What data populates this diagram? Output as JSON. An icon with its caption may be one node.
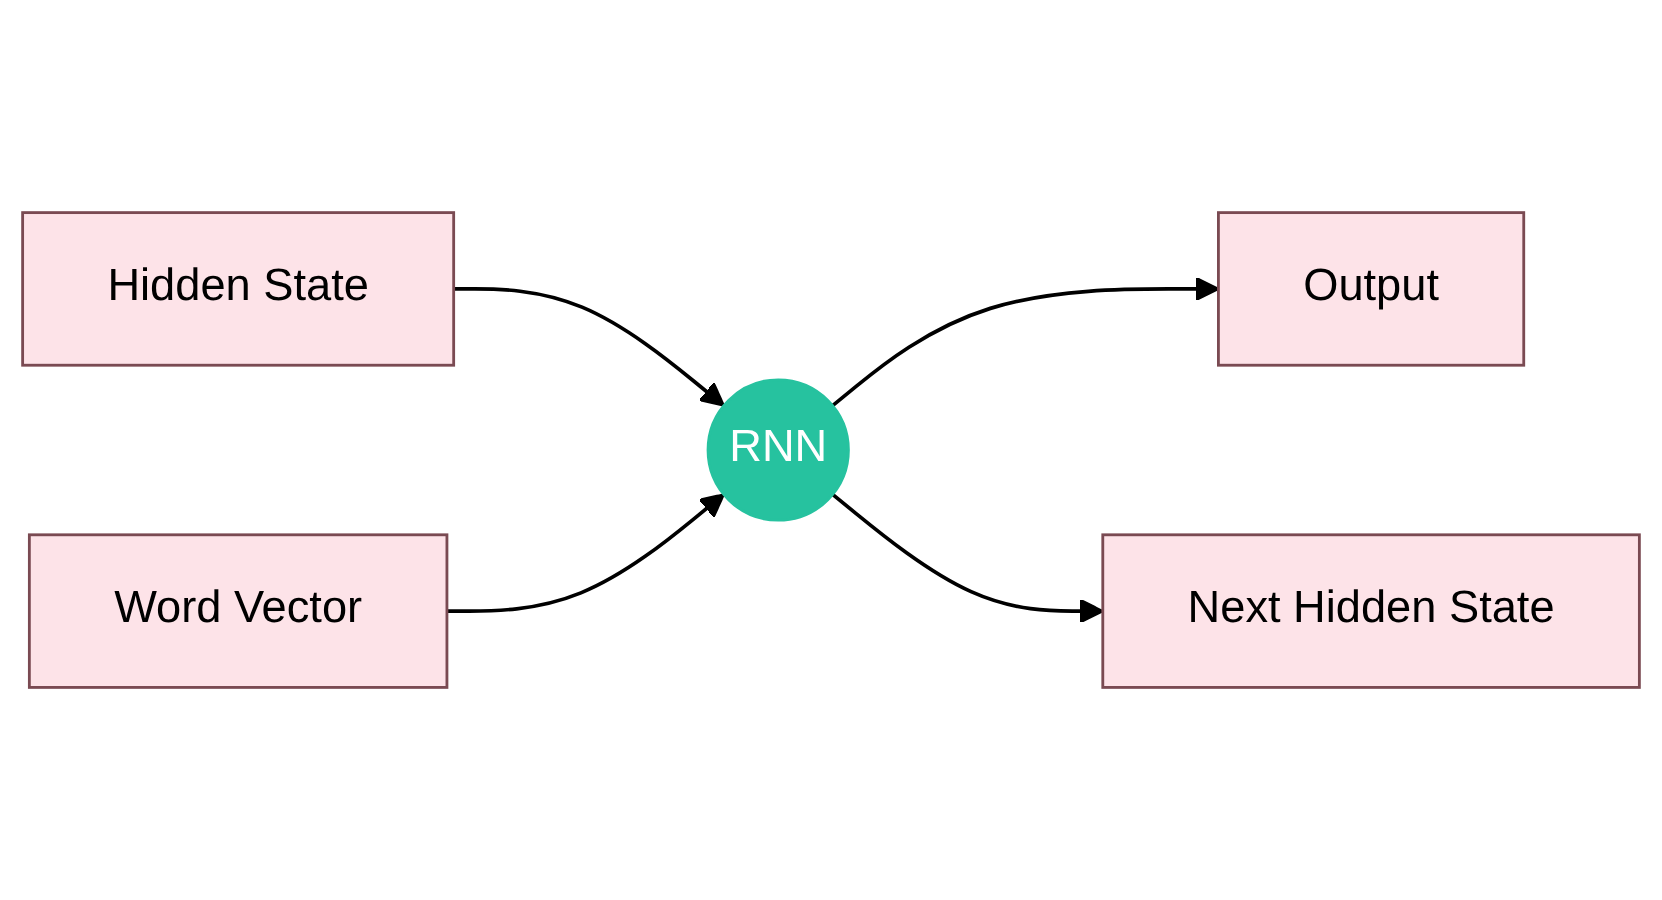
{
  "diagram": {
    "nodes": [
      {
        "text": [
          "Output"
        ]
      },
      {
        "text": [
          "Hidden State"
        ]
      },
      {
        "text": [
          "RNN"
        ]
      },
      {
        "text": [
          "Next Hidden State"
        ]
      },
      {
        "text": [
          "Word Vector"
        ]
      }
    ],
    "edges": [
      {
        "from": 2,
        "to": 0,
        "arrow": "to"
      },
      {
        "from": 1,
        "to": 2,
        "arrow": "to"
      },
      {
        "from": 2,
        "to": 3,
        "arrow": "to"
      },
      {
        "from": 4,
        "to": 2,
        "arrow": "to"
      }
    ]
  }
}
